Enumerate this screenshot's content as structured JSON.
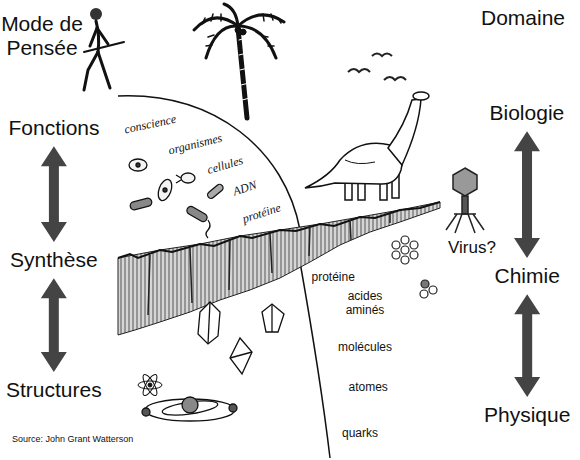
{
  "diagram": {
    "nodes": [
      {
        "text": [
          "Fonctions"
        ]
      },
      {
        "text": [
          "Synthèse"
        ]
      },
      {
        "text": [
          "Structures"
        ]
      },
      {
        "text": [
          "Biologie"
        ]
      },
      {
        "text": [
          "Chimie"
        ]
      },
      {
        "text": [
          "Physique"
        ]
      }
    ],
    "edges": [
      {
        "from": 0,
        "to": 1,
        "arrow": "both"
      },
      {
        "from": 1,
        "to": 2,
        "arrow": "both"
      },
      {
        "from": 3,
        "to": 4,
        "arrow": "both"
      },
      {
        "from": 4,
        "to": 5,
        "arrow": "both"
      }
    ],
    "labels": [
      "Mode de Pensée",
      "Domaine",
      "conscience",
      "organismes",
      "cellules",
      "ADN",
      "protéine",
      "Virus?",
      "protéine",
      "acides aminés",
      "molécules",
      "atomes",
      "quarks",
      "Source: John Grant Watterson"
    ]
  }
}
